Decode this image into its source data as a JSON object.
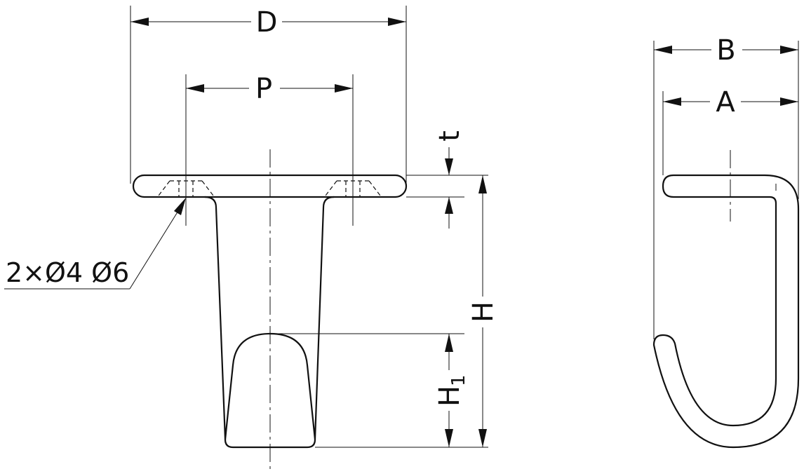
{
  "labels": {
    "D": "D",
    "P": "P",
    "t": "t",
    "H": "H",
    "H1_main": "H",
    "H1_sub": "1",
    "B": "B",
    "A": "A",
    "holes": "2×Ø4 Ø6"
  },
  "colors": {
    "line": "#111111",
    "background": "#ffffff"
  }
}
